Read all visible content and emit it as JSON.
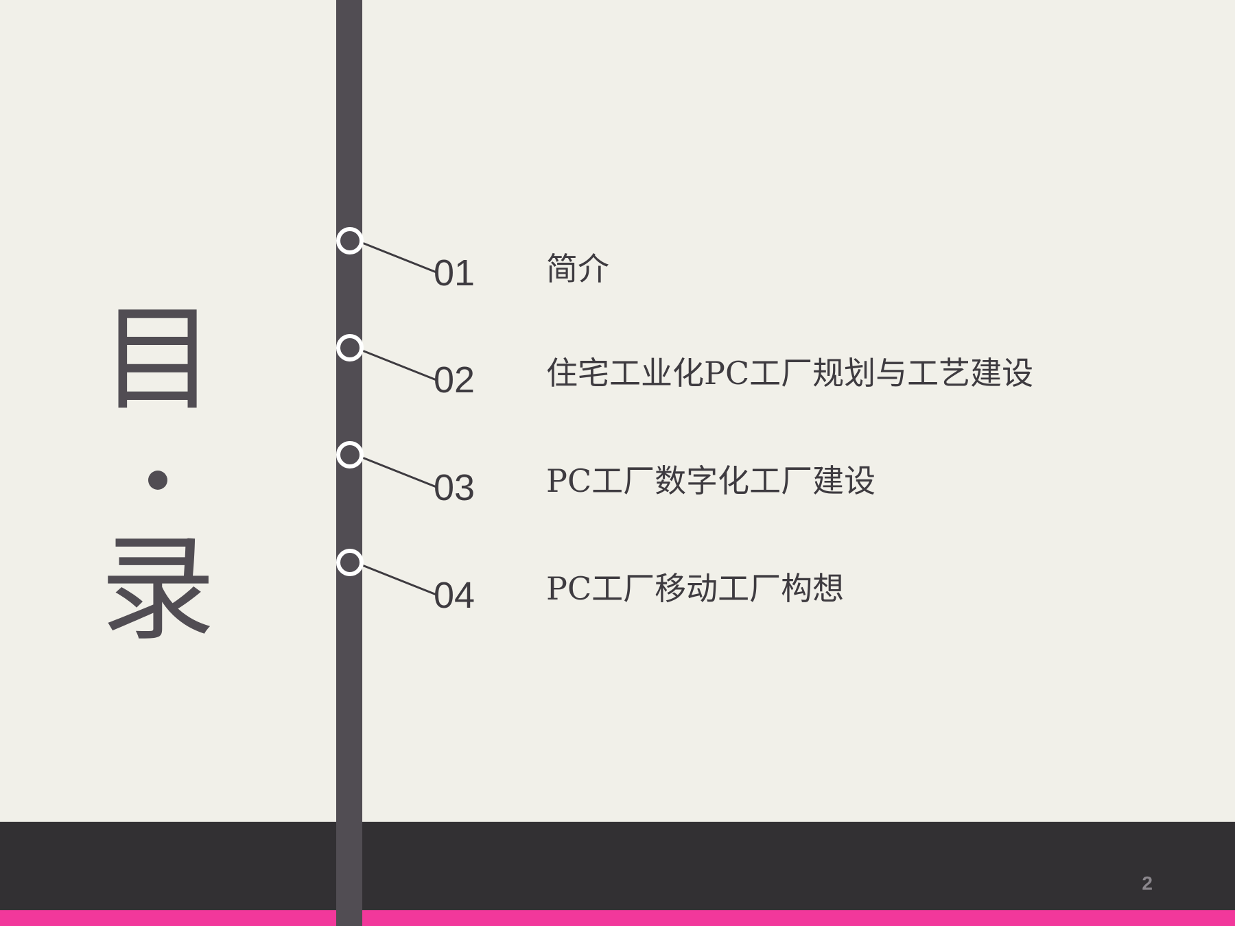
{
  "title": {
    "char_top": "目",
    "char_bottom": "录"
  },
  "toc": [
    {
      "number": "01",
      "label": "简介"
    },
    {
      "number": "02",
      "label": "住宅工业化PC工厂规划与工艺建设"
    },
    {
      "number": "03",
      "label": "PC工厂数字化工厂建设"
    },
    {
      "number": "04",
      "label": "PC工厂移动工厂构想"
    }
  ],
  "page_number": "2",
  "colors": {
    "background": "#f1f0e9",
    "timeline_bar": "#514d53",
    "bottom_band": "#323033",
    "accent_stripe": "#f2389b",
    "text": "#3e3b40"
  }
}
